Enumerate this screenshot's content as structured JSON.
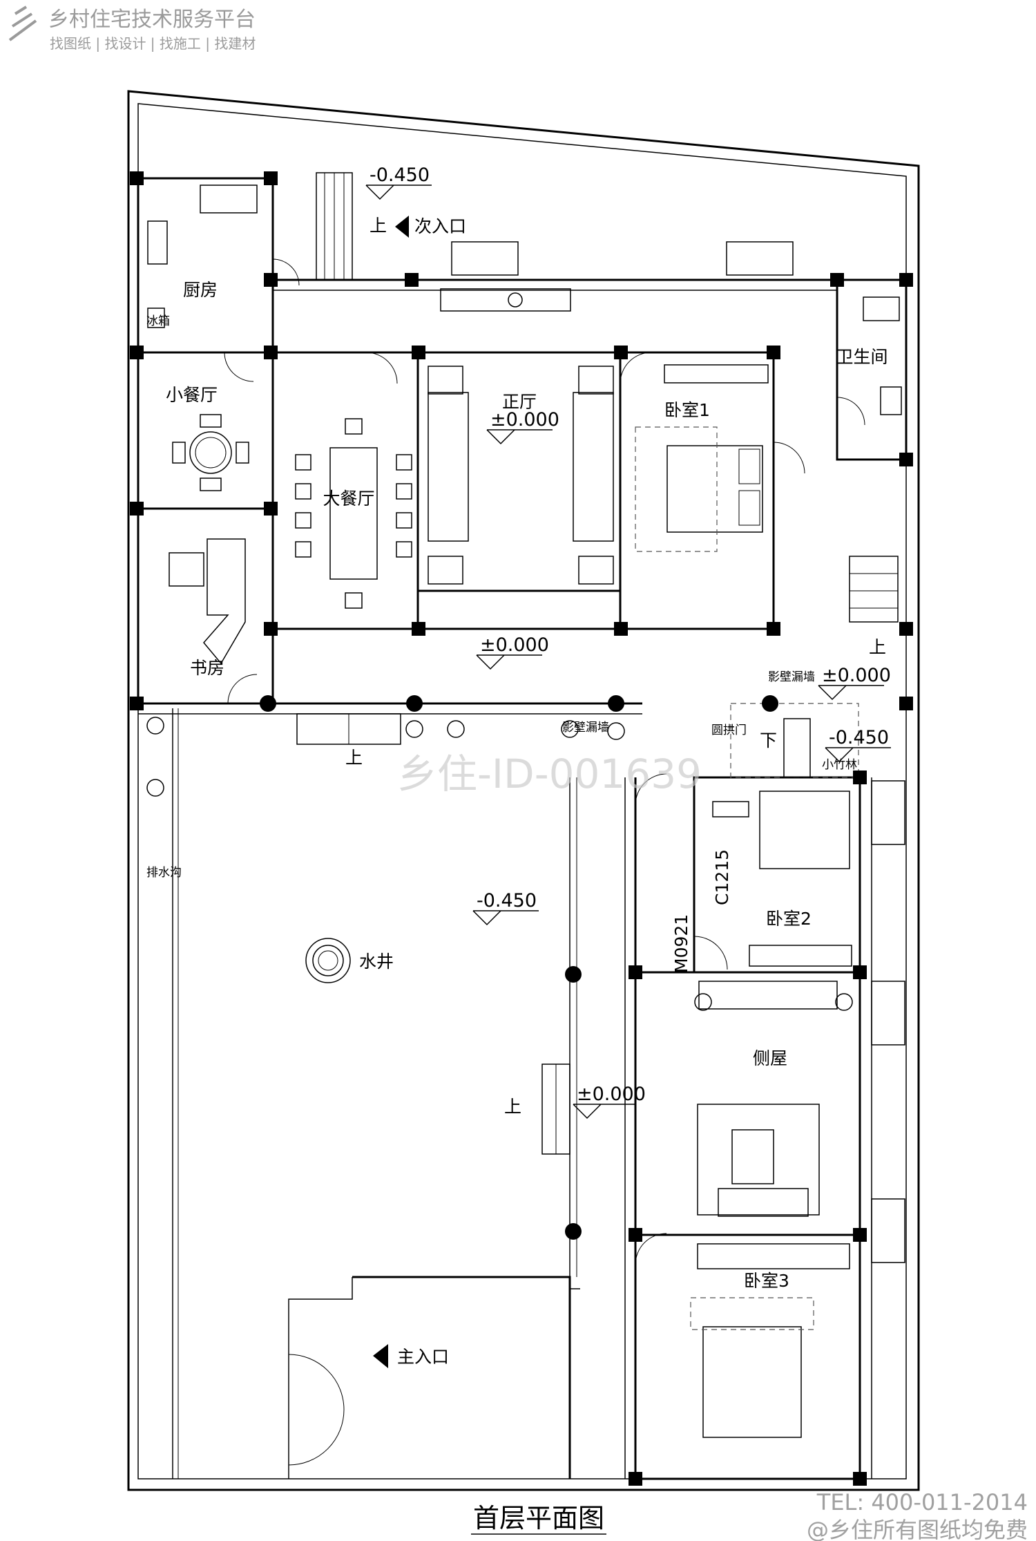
{
  "brand": {
    "name": "乡村住宅技术服务平台",
    "tagline": "找图纸 | 找设计 | 找施工 | 找建材"
  },
  "drawing": {
    "title": "首层平面图",
    "watermark": "乡住-ID-001639"
  },
  "rooms": {
    "kitchen": "厨房",
    "fridge": "冰箱",
    "small_dining": "小餐厅",
    "study": "书房",
    "big_dining": "大餐厅",
    "main_hall": "正厅",
    "bedroom1": "卧室1",
    "bathroom": "卫生间",
    "bedroom2": "卧室2",
    "side_house": "侧屋",
    "bedroom3": "卧室3",
    "well": "水井",
    "bamboo": "小竹林",
    "drain": "排水沟"
  },
  "labels": {
    "secondary_entrance": "次入口",
    "main_entrance": "主入口",
    "up": "上",
    "down": "下",
    "screen_wall_1": "影壁漏墙",
    "screen_wall_2": "影壁漏墙",
    "round_arch_door": "圆拱门",
    "window_code": "C1215",
    "door_code": "M0921"
  },
  "levels": {
    "top": "-0.450",
    "hall": "±0.000",
    "corridor": "±0.000",
    "east": "±0.000",
    "bamboo": "-0.450",
    "courtyard": "-0.450",
    "side": "±0.000"
  },
  "footer": {
    "tel": "TEL: 400-011-2014",
    "note": "@乡住所有图纸均免费"
  },
  "colors": {
    "line": "#000000",
    "watermark": "#c8c8c8",
    "footer_text": "#a0a0a0"
  }
}
